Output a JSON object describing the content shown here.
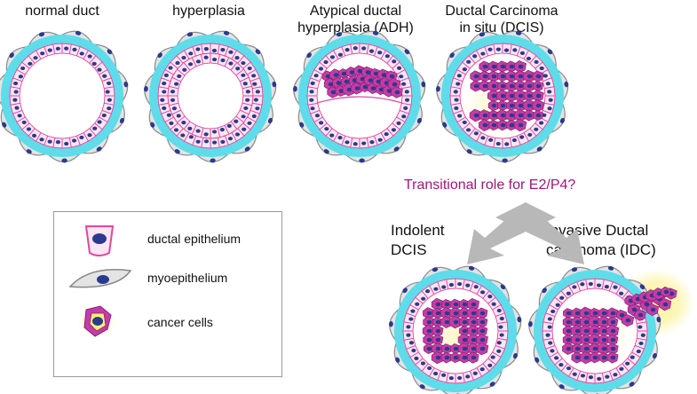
{
  "stages": {
    "normal": "normal duct",
    "hyperplasia": "hyperplasia",
    "adh_line1": "Atypical ductal",
    "adh_line2": "hyperplasia (ADH)",
    "dcis_line1": "Ductal Carcinoma",
    "dcis_line2": "in situ (DCIS)"
  },
  "transition_question": "Transitional role for E2/P4?",
  "outcomes": {
    "indolent_line1": "Indolent",
    "indolent_line2": "DCIS",
    "idc_line1": "Invasive Ductal",
    "idc_line2": "carcinoma (IDC)"
  },
  "legend": {
    "items": [
      {
        "label": "ductal epithelium"
      },
      {
        "label": "myoepithelium"
      },
      {
        "label": "cancer cells"
      }
    ]
  },
  "colors": {
    "basement_membrane": "#5fdcea",
    "epithelium_fill": "#fde6f2",
    "epithelium_border": "#e0479f",
    "nucleus": "#2b3a8c",
    "myoepithelium_fill": "#e4e4e4",
    "cancer_magenta": "#c43ca6",
    "cancer_yellow": "#f8ef7a",
    "transition_text": "#a0157a",
    "arrow_gray": "#b8b8b8"
  }
}
